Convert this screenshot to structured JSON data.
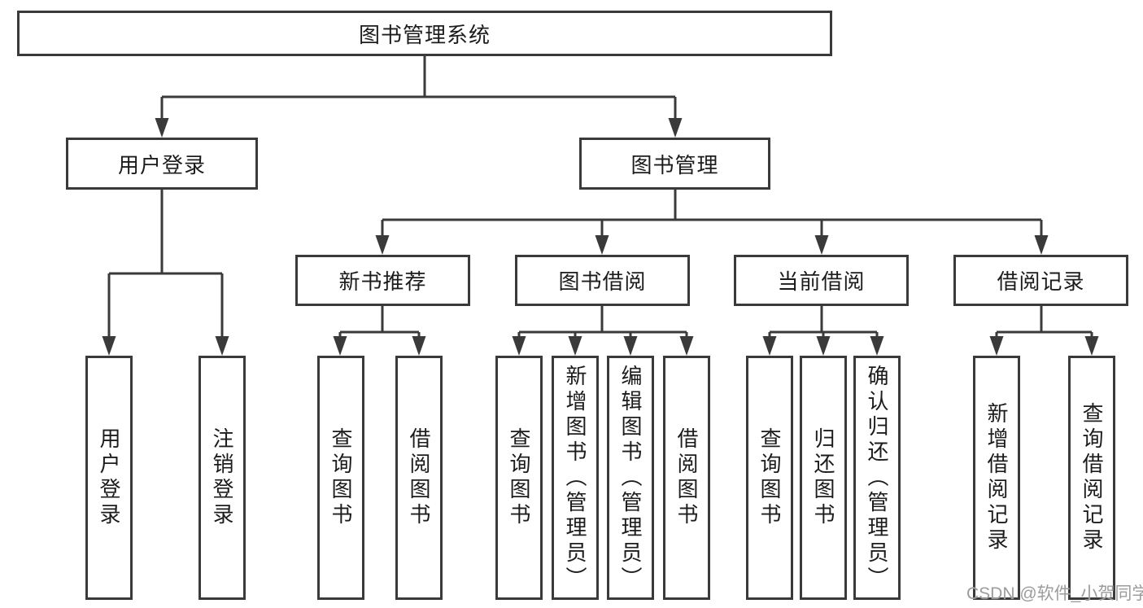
{
  "tree": {
    "label": "图书管理系统",
    "children": [
      {
        "label": "用户登录",
        "children": [
          {
            "label": "用户登录"
          },
          {
            "label": "注销登录"
          }
        ]
      },
      {
        "label": "图书管理",
        "children": [
          {
            "label": "新书推荐",
            "children": [
              {
                "label": "查询图书"
              },
              {
                "label": "借阅图书"
              }
            ]
          },
          {
            "label": "图书借阅",
            "children": [
              {
                "label": "查询图书"
              },
              {
                "label": "新增图书（管理员）"
              },
              {
                "label": "编辑图书（管理员）"
              },
              {
                "label": "借阅图书"
              }
            ]
          },
          {
            "label": "当前借阅",
            "children": [
              {
                "label": "查询图书"
              },
              {
                "label": "归还图书"
              },
              {
                "label": "确认归还（管理员）"
              }
            ]
          },
          {
            "label": "借阅记录",
            "children": [
              {
                "label": "新增借阅记录"
              },
              {
                "label": "查询借阅记录"
              }
            ]
          }
        ]
      }
    ]
  },
  "watermark": {
    "text": "CSDN @软件_小贺同学"
  },
  "colors": {
    "line": "#3a3a3a",
    "text": "#1c1c1c",
    "watermark": "#9c9c9c",
    "background": "#ffffff"
  }
}
